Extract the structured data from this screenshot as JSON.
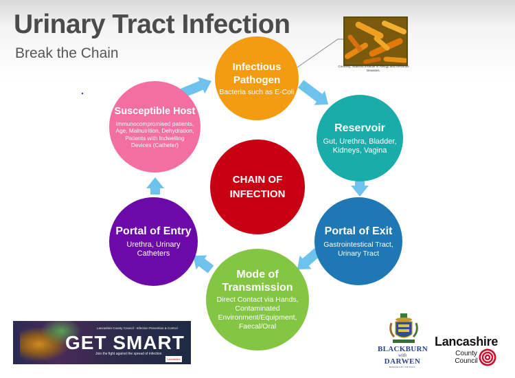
{
  "title": "Urinary Tract Infection",
  "subtitle": "Break the Chain",
  "image_caption": "Courtesy: National Institute of Allergy and Infectious Diseases.",
  "nodes": {
    "pathogen": {
      "title": "Infectious Pathogen",
      "desc": "Bacteria such as E-Coli",
      "color": "#f39c12"
    },
    "reservoir": {
      "title": "Reservoir",
      "desc": "Gut, Urethra, Bladder, Kidneys, Vagina",
      "color": "#1aaca8"
    },
    "exit": {
      "title": "Portal of Exit",
      "desc": "Gastrointestical Tract, Urinary Tract",
      "color": "#1f77b4"
    },
    "mode": {
      "title": "Mode of Transmission",
      "desc": "Direct Contact via Hands, Contaminated Environment/Equipment, Faecal/Oral",
      "color": "#84c643"
    },
    "entry": {
      "title": "Portal of Entry",
      "desc": "Urethra, Urinary Catheters",
      "color": "#6b0aa8"
    },
    "host": {
      "title": "Susceptible Host",
      "desc": "Immunocompromised patients, Age, Malnutrition, Dehydration, Patients with Indwelling Devices (Catheter)",
      "color": "#f36ea3"
    }
  },
  "center": {
    "title": "CHAIN OF INFECTION",
    "color": "#c80012"
  },
  "arrow_color": "#6ec3ec",
  "banner": {
    "small_text": "Lancashire County Council - Infection Prevention & Control",
    "big_text": "GET SMART",
    "sub_text": "Join the fight against the spread of infection",
    "logo_text": "Lancashire"
  },
  "blackburn": {
    "line1": "BLACKBURN",
    "line2": "with",
    "line3": "DARWEN",
    "line4": "BOROUGH COUNCIL"
  },
  "lancashire": {
    "name": "Lancashire",
    "line2": "County",
    "line3": "Council"
  }
}
